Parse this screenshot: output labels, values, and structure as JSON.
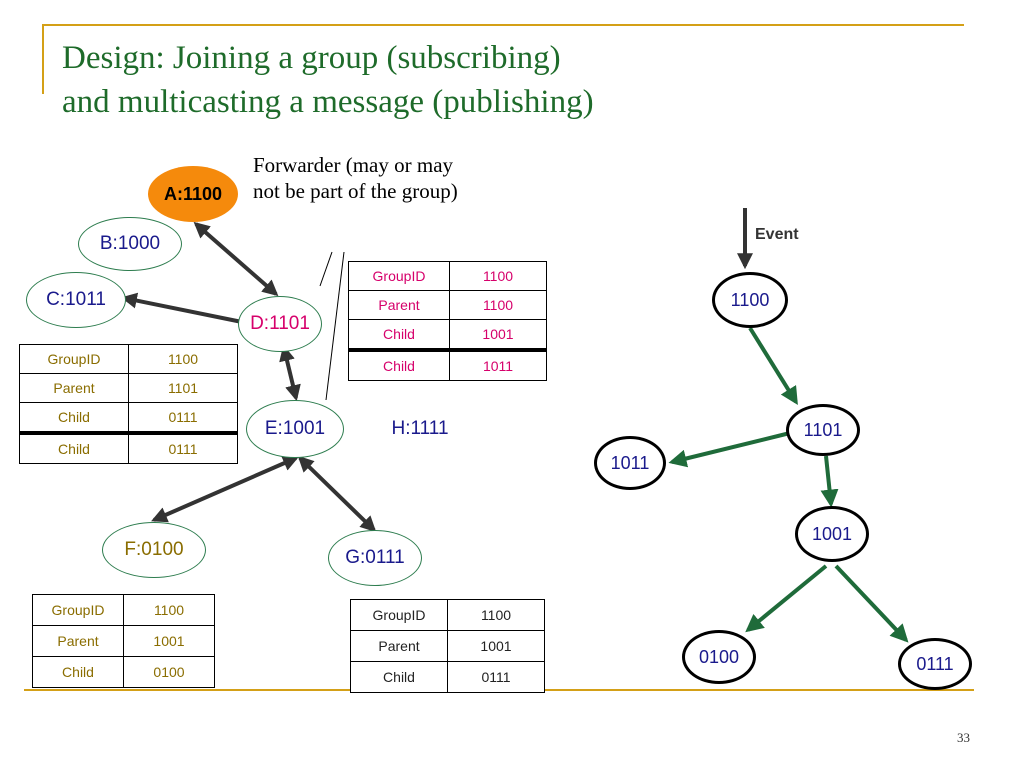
{
  "slide": {
    "title_line1": "Design: Joining a group (subscribing)",
    "title_line2": "and multicasting a message (publishing)",
    "title_color": "#1e6b2a",
    "accent_line_color": "#d4a017",
    "forwarder_note": "Forwarder (may or may not be part of the group)",
    "page_number": "33"
  },
  "nodes": {
    "A": {
      "label": "A:1100",
      "color": "#000000"
    },
    "B": {
      "label": "B:1000",
      "color": "#1a1a8c"
    },
    "C": {
      "label": "C:1011",
      "color": "#1a1a8c"
    },
    "D": {
      "label": "D:1101",
      "color": "#d6006b"
    },
    "E": {
      "label": "E:1001",
      "color": "#1a1a8c"
    },
    "H": {
      "label": "H:1111",
      "color": "#1a1a8c"
    },
    "F": {
      "label": "F:0100",
      "color": "#8a6d00"
    },
    "G": {
      "label": "G:0111",
      "color": "#1a1a8c"
    }
  },
  "tables": {
    "D": {
      "text_color": "#d6006b",
      "rows": [
        {
          "field": "GroupID",
          "value": "1100"
        },
        {
          "field": "Parent",
          "value": "1100"
        },
        {
          "field": "Child",
          "value": "1001"
        },
        {
          "field": "Child",
          "value": "1011"
        }
      ]
    },
    "E": {
      "text_color": "#8a6d00",
      "rows": [
        {
          "field": "GroupID",
          "value": "1100"
        },
        {
          "field": "Parent",
          "value": "1101"
        },
        {
          "field": "Child",
          "value": "0111"
        },
        {
          "field": "Child",
          "value": "0111"
        }
      ]
    },
    "F": {
      "text_color": "#8a6d00",
      "rows": [
        {
          "field": "GroupID",
          "value": "1100"
        },
        {
          "field": "Parent",
          "value": "1001"
        },
        {
          "field": "Child",
          "value": "0100"
        }
      ]
    },
    "G": {
      "text_color": "#222222",
      "rows": [
        {
          "field": "GroupID",
          "value": "1100"
        },
        {
          "field": "Parent",
          "value": "1001"
        },
        {
          "field": "Child",
          "value": "0111"
        }
      ]
    }
  },
  "tree": {
    "event_label": "Event",
    "nodes": [
      "1100",
      "1101",
      "1011",
      "1001",
      "0100",
      "0111"
    ],
    "edge_color": "#1f6b3a"
  }
}
